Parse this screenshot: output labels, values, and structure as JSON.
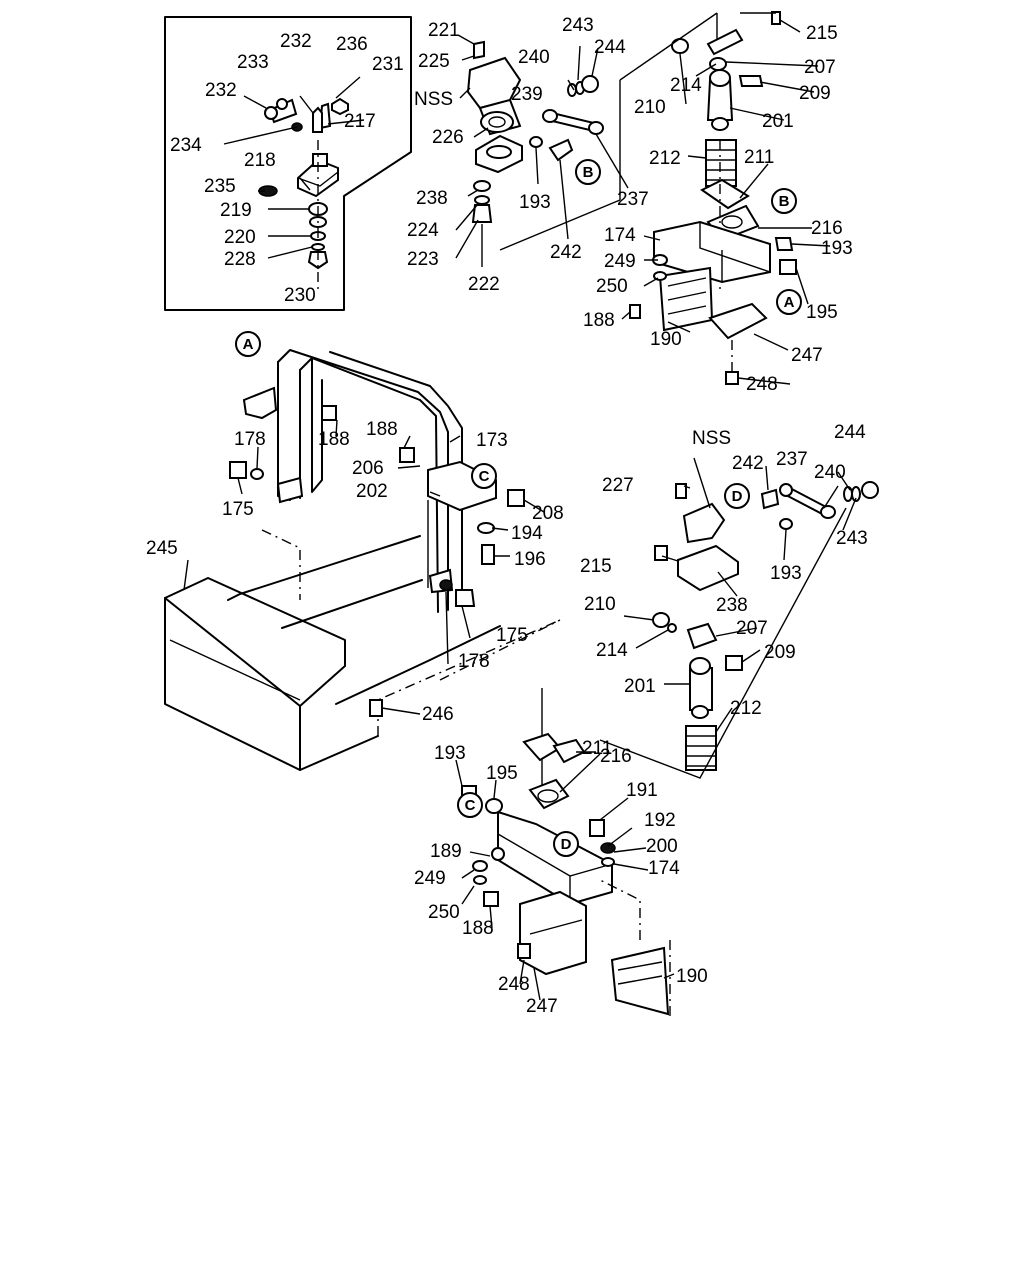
{
  "labels_inset": [
    "232",
    "233",
    "236",
    "232",
    "231",
    "217",
    "234",
    "218",
    "235",
    "219",
    "220",
    "228",
    "230"
  ],
  "labels_upper": [
    "221",
    "225",
    "NSS",
    "243",
    "240",
    "244",
    "239",
    "226",
    "238",
    "224",
    "223",
    "222",
    "193",
    "242",
    "237",
    "215",
    "207",
    "214",
    "209",
    "210",
    "201",
    "212",
    "211",
    "216",
    "174",
    "193",
    "249",
    "250",
    "188",
    "190",
    "195",
    "247",
    "248"
  ],
  "labels_frame": [
    "188",
    "178",
    "175",
    "188",
    "173",
    "206",
    "202",
    "208",
    "194",
    "196",
    "245",
    "175",
    "178",
    "246"
  ],
  "labels_right": [
    "NSS",
    "244",
    "242",
    "237",
    "240",
    "227",
    "243",
    "215",
    "193",
    "238",
    "210",
    "207",
    "214",
    "209",
    "201",
    "212"
  ],
  "labels_lower": [
    "211",
    "193",
    "195",
    "216",
    "191",
    "192",
    "189",
    "200",
    "249",
    "174",
    "250",
    "188",
    "248",
    "247",
    "190"
  ],
  "callouts": [
    "A",
    "B",
    "B",
    "A",
    "C",
    "D",
    "C",
    "D"
  ]
}
